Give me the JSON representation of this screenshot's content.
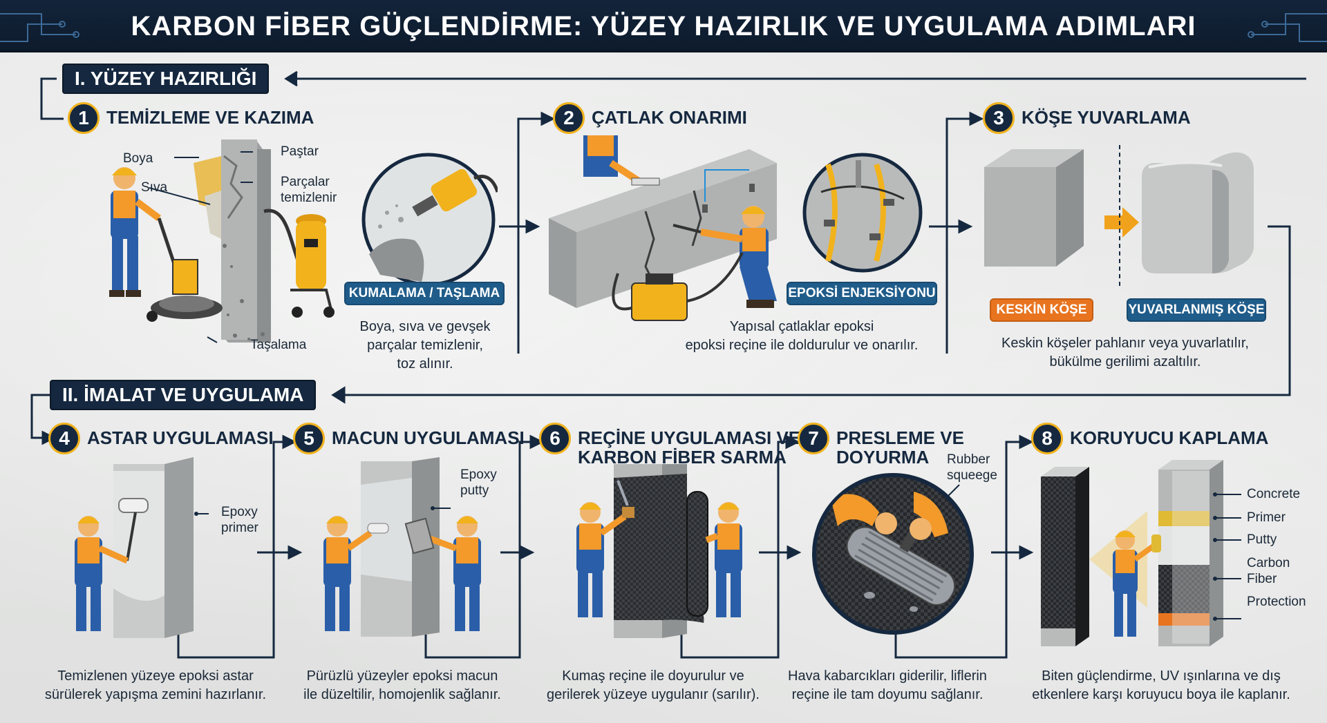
{
  "title": "KARBON FİBER GÜÇLENDİRME: YÜZEY HAZIRLIK VE UYGULAMA ADIMLARI",
  "sections": {
    "prep": "I. YÜZEY HAZIRLIĞI",
    "apply": "II. İMALAT VE UYGULAMA"
  },
  "steps": [
    {
      "num": "1",
      "title": "TEMİZLEME VE KAZIMA",
      "callouts": [
        "Boya",
        "Sıva",
        "Paştar",
        "Parçalar\ntemizlenir",
        "Taşalama"
      ],
      "pill": "KUMALAMA / TAŞLAMA",
      "caption": "Boya, sıva ve gevşek\nparçalar temizlenir,\ntoz alınır."
    },
    {
      "num": "2",
      "title": "ÇATLAK ONARIMI",
      "pill": "EPOKSİ ENJEKSİYONU",
      "caption": "Yapısal çatlaklar epoksi\nepoksi reçine ile doldurulur ve onarılır."
    },
    {
      "num": "3",
      "title": "KÖŞE YUVARLAMA",
      "pill_left": "KESKİN KÖŞE",
      "pill_right": "YUVARLANMIŞ KÖŞE",
      "caption": "Keskin köşeler pahlanır veya yuvarlatılır,\nbükülme gerilimi azaltılır."
    },
    {
      "num": "4",
      "title": "ASTAR UYGULAMASI",
      "callout": "Epoxy\nprimer",
      "caption": "Temizlenen yüzeye epoksi astar\nsürülerek yapışma zemini hazırlanır."
    },
    {
      "num": "5",
      "title": "MACUN UYGULAMASI",
      "callout": "Epoxy\nputty",
      "caption": "Pürüzlü yüzeyler epoksi macun\nile düzeltilir, homojenlik sağlanır."
    },
    {
      "num": "6",
      "title": "REÇİNE UYGULAMASI VE\nKARBON FİBER SARMA",
      "caption": "Kumaş reçine ile doyurulur ve\ngerilerek yüzeye uygulanır (sarılır)."
    },
    {
      "num": "7",
      "title": "PRESLEME VE\nDOYURMA",
      "callout": "Rubber\nsqueege",
      "caption": "Hava kabarcıkları giderilir, liflerin\nreçine ile tam doyumu sağlanır."
    },
    {
      "num": "8",
      "title": "KORUYUCU KAPLAMA",
      "layers": [
        "Concrete",
        "Primer",
        "Putty",
        "Carbon\nFiber",
        "Protection"
      ],
      "caption": "Biten güçlendirme, UV ışınlarına ve dış\netkenlere karşı koruyucu boya ile kaplanır."
    }
  ],
  "colors": {
    "navy": "#15283f",
    "accent_yellow": "#f1b21c",
    "accent_orange": "#e8741f",
    "pill_blue": "#1f5c8a",
    "worker_blue": "#2a5ea8",
    "concrete": "#a9abab"
  }
}
